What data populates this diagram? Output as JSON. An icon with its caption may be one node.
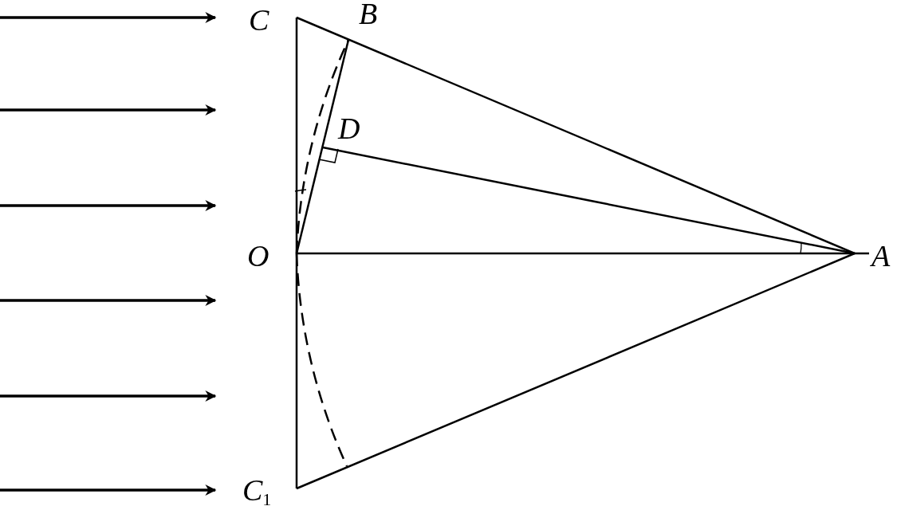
{
  "diagram": {
    "labels": [
      "C",
      "B",
      "D",
      "O",
      "A",
      "C$_{1}$"
    ]
  }
}
